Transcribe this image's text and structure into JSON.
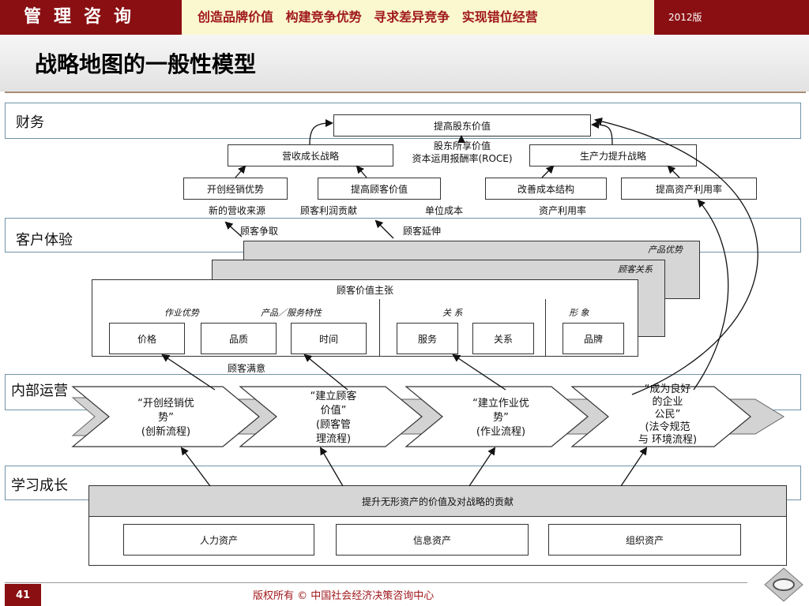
{
  "header": {
    "title": "管理咨询",
    "slogan": "创造品牌价值 构建竞争优势 寻求差异竞争 实现错位经营",
    "edition": "2012版"
  },
  "page_title": "战略地图的一般性模型",
  "bands": {
    "finance": "财务",
    "customer": "客户体验",
    "internal": "内部运营",
    "learning": "学习成长"
  },
  "finance": {
    "top_box": "提高股东价值",
    "shareholder_value": "股东所享价值",
    "roce": "资本运用报酬率(ROCE)",
    "revenue_strategy": "营收成长战略",
    "productivity_strategy": "生产力提升战略",
    "boxes": [
      "开创经销优势",
      "提高顾客价值",
      "改善成本结构",
      "提高资产利用率"
    ],
    "metrics": [
      "新的营收来源",
      "顾客利润贡献",
      "单位成本",
      "资产利用率"
    ]
  },
  "customer": {
    "acquisition": "顾客争取",
    "retention": "顾客延伸",
    "product_advantage": "产品优势",
    "customer_relationship": "顾客关系",
    "value_proposition": "顾客价值主张",
    "groups": [
      "作业优势",
      "产品／服务特性",
      "关 系",
      "形 象"
    ],
    "attributes": [
      "价格",
      "品质",
      "时间",
      "服务",
      "关系",
      "品牌"
    ],
    "satisfaction": "顾客满意"
  },
  "internal": {
    "processes": [
      {
        "line1": "“开创经销优",
        "line2": "势”",
        "line3": "(创新流程)"
      },
      {
        "line1": "“建立顾客",
        "line2": "价值”",
        "line3": "(顾客管",
        "line4": "理流程)"
      },
      {
        "line1": "“建立作业优",
        "line2": "势”",
        "line3": "(作业流程)"
      },
      {
        "line1": "“成为良好",
        "line2": "的企业",
        "line3": "公民”",
        "line4": "(法令规范",
        "line5": "与 环境流程)"
      }
    ]
  },
  "learning": {
    "intangible": "提升无形资产的价值及对战略的贡献",
    "assets": [
      "人力资产",
      "信息资产",
      "组织资产"
    ]
  },
  "footer": {
    "page_number": "41",
    "copyright": "版权所有 © 中国社会经济决策咨询中心"
  },
  "colors": {
    "brand_red": "#8a0f12",
    "slogan_bg": "#fbf8cf",
    "band_border": "#6f94a8"
  }
}
